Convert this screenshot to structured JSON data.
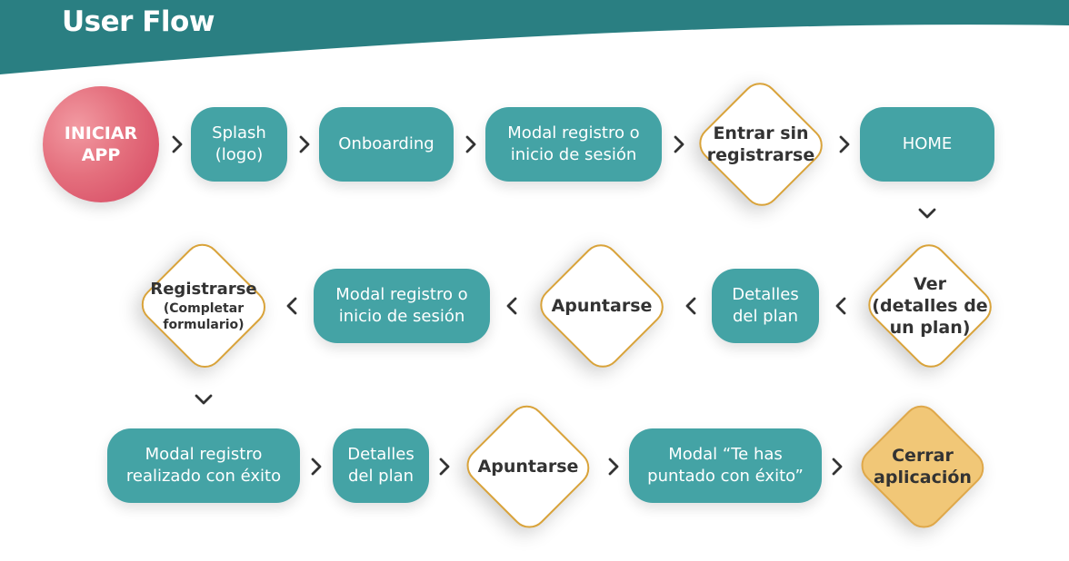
{
  "header": {
    "title": "User Flow",
    "band_color": "#2a7f82"
  },
  "colors": {
    "process": "#44a3a5",
    "start": "#e0586d",
    "decision_border": "#d9a33a",
    "end": "#f1c777",
    "arrow": "#333333"
  },
  "flow": {
    "row1": {
      "start": {
        "line1": "INICIAR",
        "line2": "APP"
      },
      "splash": {
        "line1": "Splash",
        "line2": "(logo)"
      },
      "onboarding": {
        "label": "Onboarding"
      },
      "modal_registro": {
        "line1": "Modal registro o",
        "line2": "inicio de sesión"
      },
      "entrar_sin_registrarse": {
        "line1": "Entrar sin",
        "line2": "registrarse"
      },
      "home": {
        "label": "HOME"
      }
    },
    "row2": {
      "ver_detalles": {
        "line1": "Ver",
        "line2": "(detalles de",
        "line3": "un plan)"
      },
      "detalles_plan": {
        "line1": "Detalles",
        "line2": "del plan"
      },
      "apuntarse": {
        "label": "Apuntarse"
      },
      "modal_registro": {
        "line1": "Modal registro o",
        "line2": "inicio de sesión"
      },
      "registrarse": {
        "line1": "Registrarse",
        "line2": "(Completar",
        "line3": "formulario)"
      }
    },
    "row3": {
      "modal_exito": {
        "line1": "Modal registro",
        "line2": "realizado con éxito"
      },
      "detalles_plan": {
        "line1": "Detalles",
        "line2": "del plan"
      },
      "apuntarse": {
        "label": "Apuntarse"
      },
      "modal_apuntado": {
        "line1": "Modal “Te has",
        "line2": "puntado con éxito”"
      },
      "cerrar_app": {
        "line1": "Cerrar",
        "line2": "aplicación"
      }
    }
  },
  "icons": {
    "arrow_right": "chevron-right-icon",
    "arrow_left": "chevron-left-icon",
    "arrow_down": "chevron-down-icon"
  }
}
